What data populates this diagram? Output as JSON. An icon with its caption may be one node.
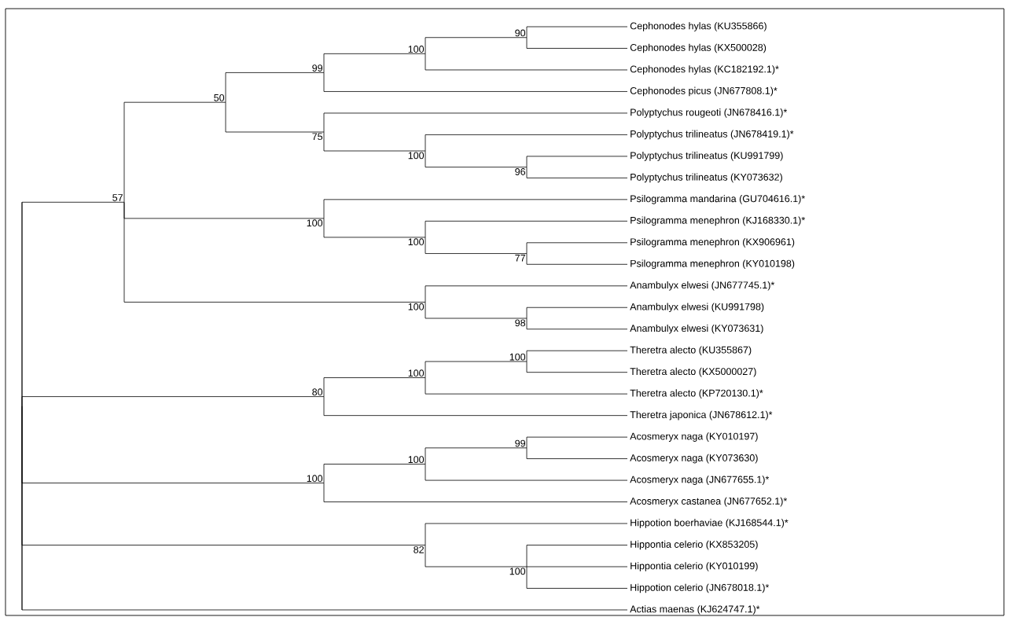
{
  "diagram": {
    "nodes": [
      {
        "text": [
          "Cephonodes hylas (KU355866)"
        ]
      },
      {
        "text": [
          "Cephonodes hylas (KX500028)"
        ]
      },
      {
        "text": [
          "Cephonodes hylas (KC182192.1)*"
        ]
      },
      {
        "text": [
          "Cephonodes picus (JN677808.1)*"
        ]
      },
      {
        "text": [
          "Polyptychus rougeoti (JN678416.1)*"
        ]
      },
      {
        "text": [
          "Polyptychus trilineatus (JN678419.1)*"
        ]
      },
      {
        "text": [
          "Polyptychus trilineatus (KU991799)"
        ]
      },
      {
        "text": [
          "Polyptychus trilineatus (KY073632)"
        ]
      },
      {
        "text": [
          "Psilogramma mandarina (GU704616.1)*"
        ]
      },
      {
        "text": [
          "Psilogramma menephron (KJ168330.1)*"
        ]
      },
      {
        "text": [
          "Psilogramma menephron (KX906961)"
        ]
      },
      {
        "text": [
          "Psilogramma menephron (KY010198)"
        ]
      },
      {
        "text": [
          "Anambulyx elwesi (JN677745.1)*"
        ]
      },
      {
        "text": [
          "Anambulyx elwesi (KU991798)"
        ]
      },
      {
        "text": [
          "Anambulyx elwesi (KY073631)"
        ]
      },
      {
        "text": [
          "Theretra alecto (KU355867)"
        ]
      },
      {
        "text": [
          "Theretra alecto (KX5000027)"
        ]
      },
      {
        "text": [
          "Theretra alecto (KP720130.1)*"
        ]
      },
      {
        "text": [
          "Theretra japonica (JN678612.1)*"
        ]
      },
      {
        "text": [
          "Acosmeryx naga (KY010197)"
        ]
      },
      {
        "text": [
          "Acosmeryx naga (KY073630)"
        ]
      },
      {
        "text": [
          "Acosmeryx naga (JN677655.1)*"
        ]
      },
      {
        "text": [
          "Acosmeryx castanea (JN677652.1)*"
        ]
      },
      {
        "text": [
          "Hippotion boerhaviae (KJ168544.1)*"
        ]
      },
      {
        "text": [
          "Hippontia celerio (KX853205)"
        ]
      },
      {
        "text": [
          "Hippontia celerio (KY010199)"
        ]
      },
      {
        "text": [
          "Hippotion celerio (JN678018.1)*"
        ]
      },
      {
        "text": [
          "Actias maenas (KJ624747.1)*"
        ]
      },
      {
        "text": [
          "90"
        ]
      },
      {
        "text": [
          "100"
        ]
      },
      {
        "text": [
          "99"
        ]
      },
      {
        "text": [
          "96"
        ]
      },
      {
        "text": [
          "100"
        ]
      },
      {
        "text": [
          "75"
        ]
      },
      {
        "text": [
          "50"
        ]
      },
      {
        "text": [
          "77"
        ]
      },
      {
        "text": [
          "100"
        ]
      },
      {
        "text": [
          "100"
        ]
      },
      {
        "text": [
          "98"
        ]
      },
      {
        "text": [
          "100"
        ]
      },
      {
        "text": [
          "57"
        ]
      },
      {
        "text": [
          "100"
        ]
      },
      {
        "text": [
          "100"
        ]
      },
      {
        "text": [
          "80"
        ]
      },
      {
        "text": [
          "99"
        ]
      },
      {
        "text": [
          "100"
        ]
      },
      {
        "text": [
          "100"
        ]
      },
      {
        "text": [
          "100"
        ]
      },
      {
        "text": [
          "82"
        ]
      },
      {
        "text": [],
        "shape": "bar"
      }
    ],
    "edges": [
      {
        "from": 28,
        "to": 0,
        "arrow": "none"
      },
      {
        "from": 28,
        "to": 1,
        "arrow": "none"
      },
      {
        "from": 29,
        "to": 28,
        "arrow": "none"
      },
      {
        "from": 29,
        "to": 2,
        "arrow": "none"
      },
      {
        "from": 30,
        "to": 29,
        "arrow": "none"
      },
      {
        "from": 30,
        "to": 3,
        "arrow": "none"
      },
      {
        "from": 31,
        "to": 6,
        "arrow": "none"
      },
      {
        "from": 31,
        "to": 7,
        "arrow": "none"
      },
      {
        "from": 32,
        "to": 5,
        "arrow": "none"
      },
      {
        "from": 32,
        "to": 31,
        "arrow": "none"
      },
      {
        "from": 33,
        "to": 4,
        "arrow": "none"
      },
      {
        "from": 33,
        "to": 32,
        "arrow": "none"
      },
      {
        "from": 34,
        "to": 30,
        "arrow": "none"
      },
      {
        "from": 34,
        "to": 33,
        "arrow": "none"
      },
      {
        "from": 35,
        "to": 10,
        "arrow": "none"
      },
      {
        "from": 35,
        "to": 11,
        "arrow": "none"
      },
      {
        "from": 36,
        "to": 9,
        "arrow": "none"
      },
      {
        "from": 36,
        "to": 35,
        "arrow": "none"
      },
      {
        "from": 37,
        "to": 8,
        "arrow": "none"
      },
      {
        "from": 37,
        "to": 36,
        "arrow": "none"
      },
      {
        "from": 38,
        "to": 13,
        "arrow": "none"
      },
      {
        "from": 38,
        "to": 14,
        "arrow": "none"
      },
      {
        "from": 39,
        "to": 12,
        "arrow": "none"
      },
      {
        "from": 39,
        "to": 38,
        "arrow": "none"
      },
      {
        "from": 40,
        "to": 34,
        "arrow": "none"
      },
      {
        "from": 40,
        "to": 37,
        "arrow": "none"
      },
      {
        "from": 40,
        "to": 39,
        "arrow": "none"
      },
      {
        "from": 41,
        "to": 15,
        "arrow": "none"
      },
      {
        "from": 41,
        "to": 16,
        "arrow": "none"
      },
      {
        "from": 42,
        "to": 41,
        "arrow": "none"
      },
      {
        "from": 42,
        "to": 17,
        "arrow": "none"
      },
      {
        "from": 43,
        "to": 42,
        "arrow": "none"
      },
      {
        "from": 43,
        "to": 18,
        "arrow": "none"
      },
      {
        "from": 44,
        "to": 19,
        "arrow": "none"
      },
      {
        "from": 44,
        "to": 20,
        "arrow": "none"
      },
      {
        "from": 45,
        "to": 44,
        "arrow": "none"
      },
      {
        "from": 45,
        "to": 21,
        "arrow": "none"
      },
      {
        "from": 46,
        "to": 45,
        "arrow": "none"
      },
      {
        "from": 46,
        "to": 22,
        "arrow": "none"
      },
      {
        "from": 47,
        "to": 24,
        "arrow": "none"
      },
      {
        "from": 47,
        "to": 25,
        "arrow": "none"
      },
      {
        "from": 47,
        "to": 26,
        "arrow": "none"
      },
      {
        "from": 48,
        "to": 23,
        "arrow": "none"
      },
      {
        "from": 48,
        "to": 47,
        "arrow": "none"
      },
      {
        "from": 49,
        "to": 40,
        "arrow": "none"
      },
      {
        "from": 49,
        "to": 43,
        "arrow": "none"
      },
      {
        "from": 49,
        "to": 46,
        "arrow": "none"
      },
      {
        "from": 49,
        "to": 48,
        "arrow": "none"
      },
      {
        "from": 49,
        "to": 27,
        "arrow": "none"
      }
    ]
  }
}
